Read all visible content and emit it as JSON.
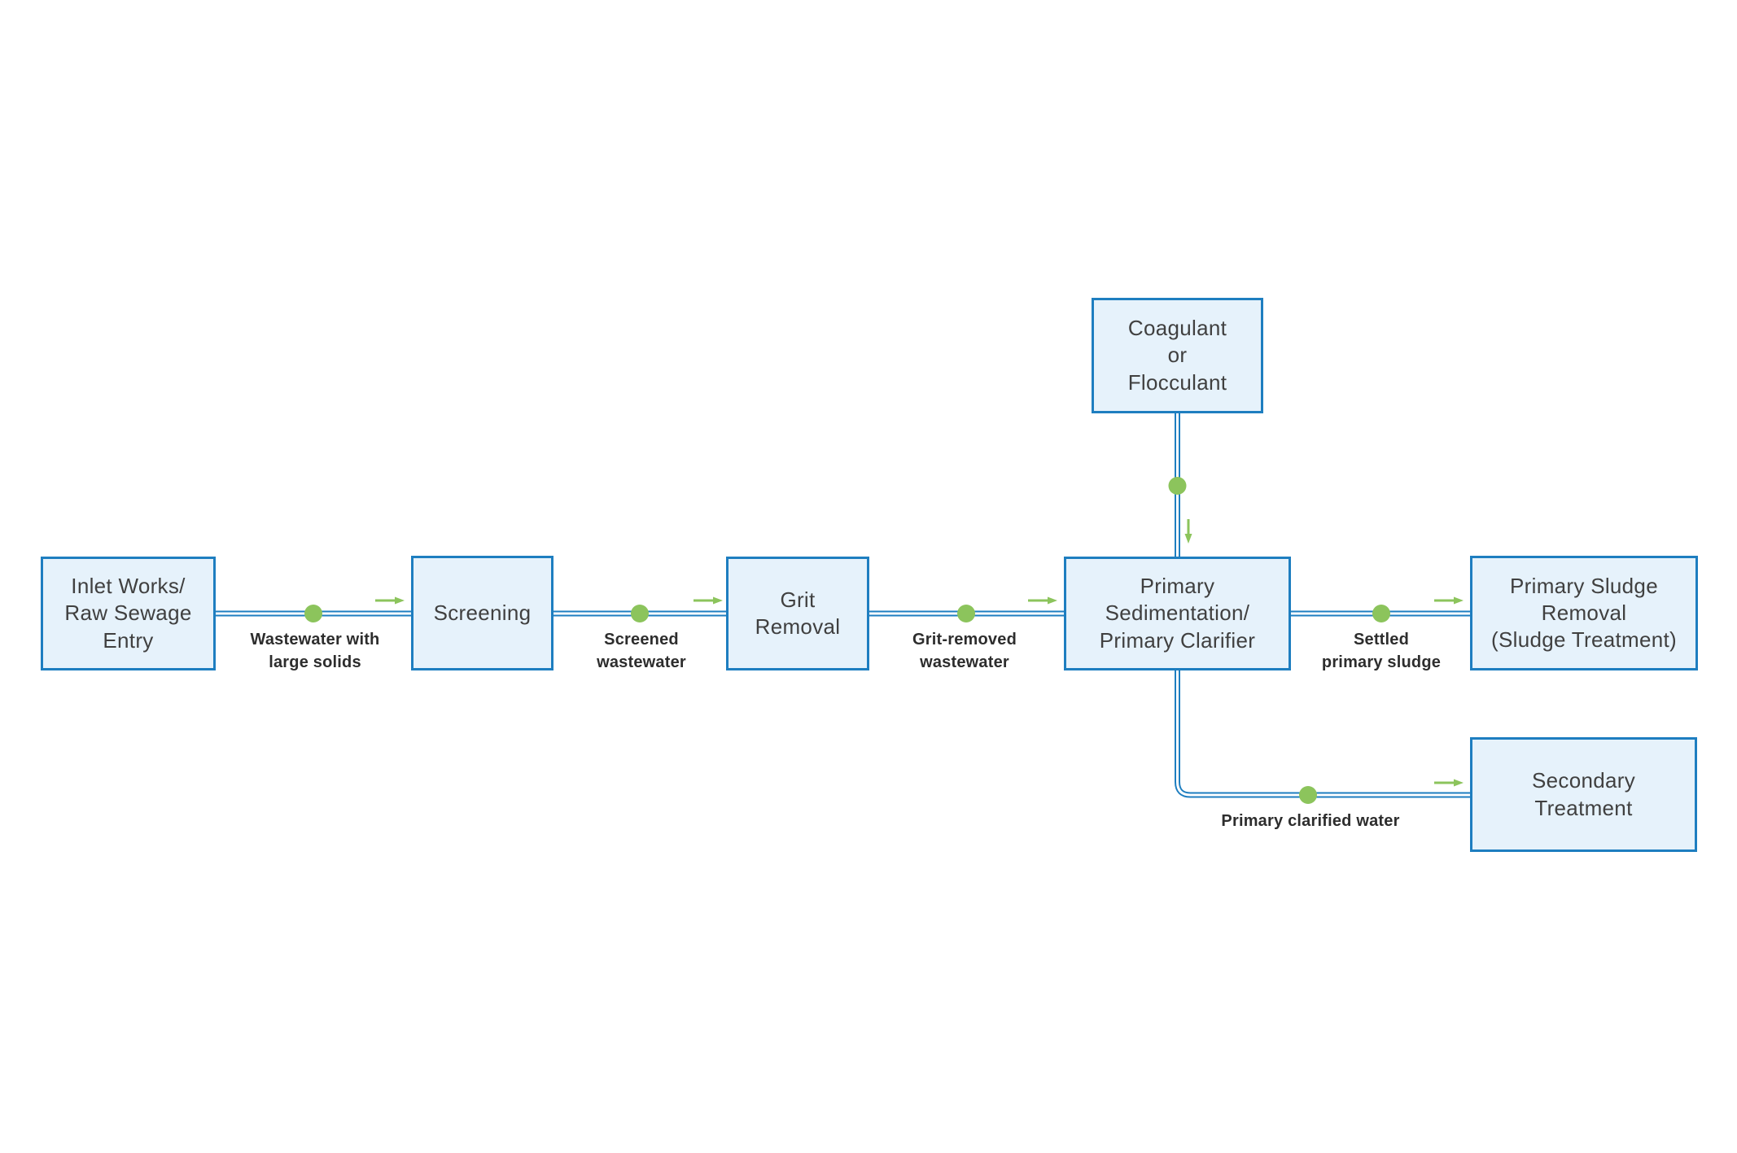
{
  "colors": {
    "box_border": "#1e7ec0",
    "box_fill": "#e6f2fb",
    "box_text": "#404040",
    "label_text": "#2d2d2d",
    "flow_accent_green": "#8cc45c",
    "background": "#ffffff"
  },
  "nodes": [
    {
      "id": "inlet-works",
      "label": "Inlet Works/\nRaw Sewage\nEntry"
    },
    {
      "id": "screening",
      "label": "Screening"
    },
    {
      "id": "grit-removal",
      "label": "Grit\nRemoval"
    },
    {
      "id": "primary-sedimentation",
      "label": "Primary\nSedimentation/\nPrimary Clarifier"
    },
    {
      "id": "coagulant",
      "label": "Coagulant\nor\nFlocculant"
    },
    {
      "id": "primary-sludge-removal",
      "label": "Primary Sludge\nRemoval\n(Sludge Treatment)"
    },
    {
      "id": "secondary-treatment",
      "label": "Secondary\nTreatment"
    }
  ],
  "edge_labels": [
    {
      "id": "wastewater-large-solids",
      "label": "Wastewater with\nlarge solids"
    },
    {
      "id": "screened-wastewater",
      "label": "Screened\nwastewater"
    },
    {
      "id": "grit-removed-wastewater",
      "label": "Grit-removed\nwastewater"
    },
    {
      "id": "settled-primary-sludge",
      "label": "Settled\nprimary sludge"
    },
    {
      "id": "primary-clarified-water",
      "label": "Primary clarified water"
    }
  ]
}
